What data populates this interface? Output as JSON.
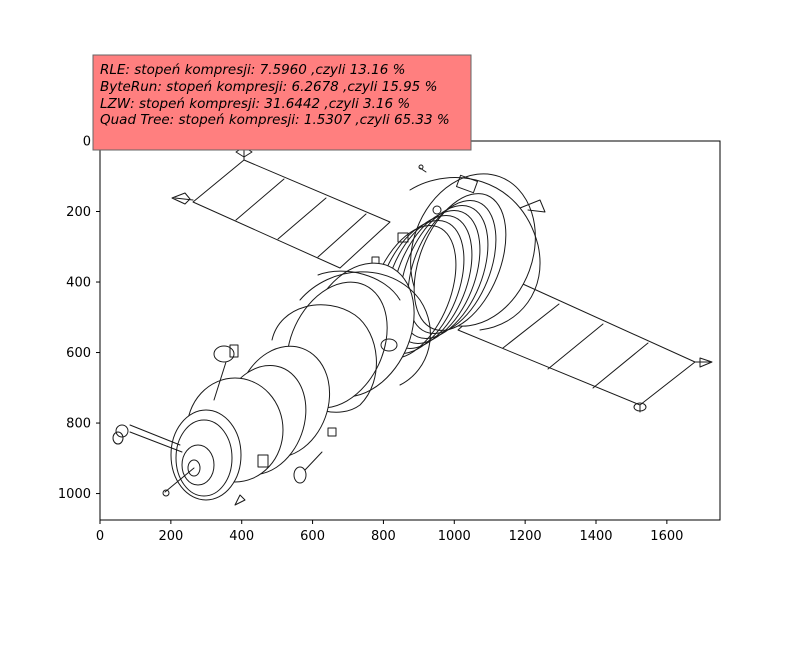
{
  "chart_data": {
    "type": "image",
    "xlim": [
      0,
      1750
    ],
    "ylim": [
      1075,
      0
    ],
    "x_ticks": [
      0,
      200,
      400,
      600,
      800,
      1000,
      1200,
      1400,
      1600
    ],
    "y_ticks": [
      0,
      200,
      400,
      600,
      800,
      1000
    ],
    "x_tick_labels": [
      "0",
      "200",
      "400",
      "600",
      "800",
      "1000",
      "1200",
      "1400",
      "1600"
    ],
    "y_tick_labels": [
      "0",
      "200",
      "400",
      "600",
      "800",
      "1000"
    ],
    "grid": false,
    "annotation": {
      "lines": [
        "RLE: stopeń kompresji: 7.5960 ,czyli 13.16 %",
        "ByteRun: stopeń kompresji: 6.2678 ,czyli 15.95 %",
        "LZW: stopeń kompresji: 31.6442 ,czyli 3.16 %",
        "Quad Tree: stopeń kompresji: 1.5307 ,czyli 65.33 %"
      ],
      "box_color": "#ff7f7f",
      "placement": "top-left"
    },
    "image_subject": "satellite-line-drawing"
  }
}
